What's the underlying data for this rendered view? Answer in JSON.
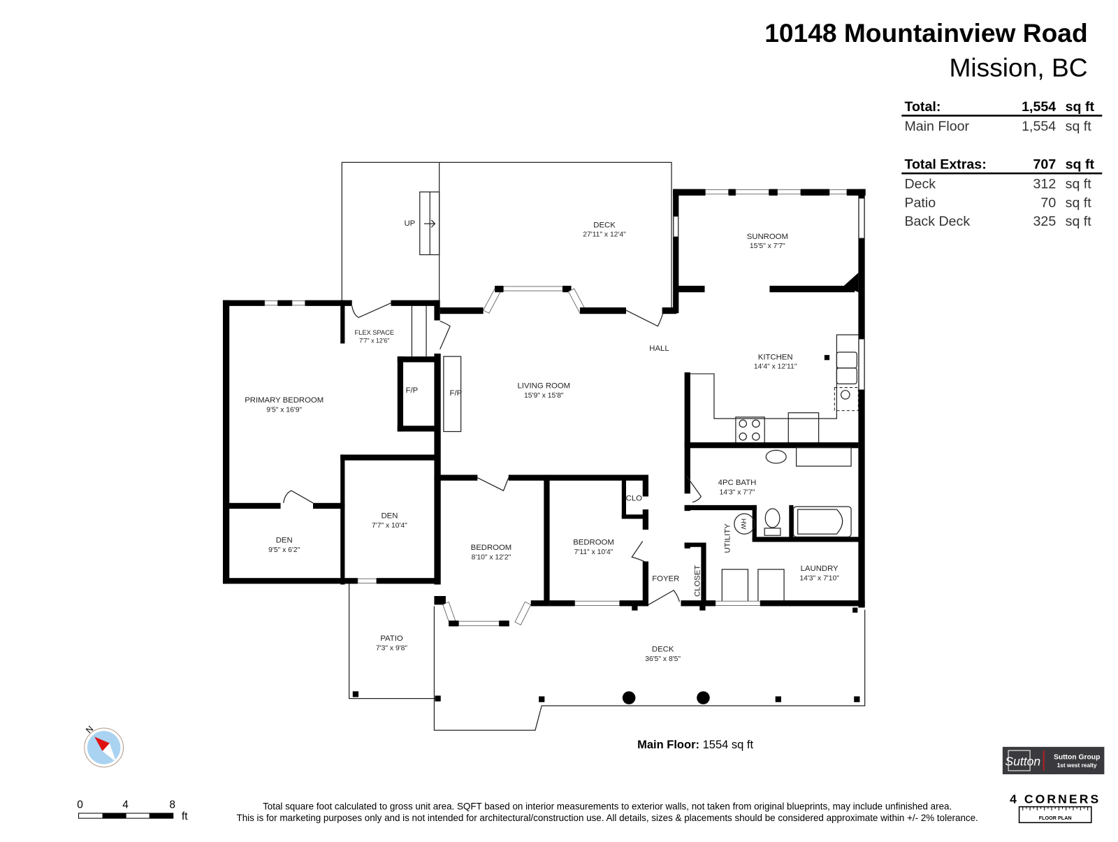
{
  "header": {
    "address": "10148 Mountainview Road",
    "city": "Mission, BC"
  },
  "area_table": {
    "total": {
      "label": "Total:",
      "value": "1,554",
      "unit": "sq ft"
    },
    "floors": [
      {
        "label": "Main Floor",
        "value": "1,554",
        "unit": "sq ft"
      }
    ],
    "extras_total": {
      "label": "Total Extras:",
      "value": "707",
      "unit": "sq ft"
    },
    "extras": [
      {
        "label": "Deck",
        "value": "312",
        "unit": "sq ft"
      },
      {
        "label": "Patio",
        "value": "70",
        "unit": "sq ft"
      },
      {
        "label": "Back Deck",
        "value": "325",
        "unit": "sq ft"
      }
    ]
  },
  "rooms": [
    {
      "name": "DECK",
      "dim": "27'11\" x 12'4\""
    },
    {
      "name": "SUNROOM",
      "dim": "15'5\" x 7'7\""
    },
    {
      "name": "FLEX SPACE",
      "dim": "7'7\" x 12'6\""
    },
    {
      "name": "PRIMARY BEDROOM",
      "dim": "9'5\" x 16'9\""
    },
    {
      "name": "LIVING ROOM",
      "dim": "15'9\" x 15'8\""
    },
    {
      "name": "KITCHEN",
      "dim": "14'4\" x 12'11\""
    },
    {
      "name": "DEN",
      "dim": "7'7\" x 10'4\""
    },
    {
      "name": "DEN",
      "dim": "9'5\" x 6'2\""
    },
    {
      "name": "BEDROOM",
      "dim": "8'10\" x 12'2\""
    },
    {
      "name": "BEDROOM",
      "dim": "7'11\" x 10'4\""
    },
    {
      "name": "4PC BATH",
      "dim": "14'3\" x 7'7\""
    },
    {
      "name": "LAUNDRY",
      "dim": "14'3\" x 7'10\""
    },
    {
      "name": "PATIO",
      "dim": "7'3\" x 9'8\""
    },
    {
      "name": "DECK",
      "dim": "36'5\" x 8'5\""
    }
  ],
  "labels": {
    "up": "UP",
    "hall": "HALL",
    "fp1": "F/P",
    "fp2": "F/P",
    "clo": "CLO",
    "foyer": "FOYER",
    "closet": "CLOSET",
    "utility": "UTILITY",
    "hw": "HW"
  },
  "main_floor_caption": {
    "label": "Main Floor:",
    "value": "1554 sq ft"
  },
  "compass": {
    "north_label": "N"
  },
  "scale_bar": {
    "ticks": [
      "0",
      "4",
      "8"
    ],
    "unit": "ft"
  },
  "disclaimer": {
    "line1": "Total square foot calculated to gross unit area. SQFT based on interior measurements to exterior walls, not taken from original blueprints, may include unfinished area.",
    "line2": "This is for marketing purposes only and is not intended for architectural/construction use.  All details, sizes & placements should be considered approximate within +/- 2%  tolerance."
  },
  "logos": {
    "sutton_mark": "Sutton",
    "sutton_line1": "Sutton Group",
    "sutton_line2": "1st west realty",
    "four_corners": "4 CORNERS",
    "four_corners_sub": "FLOOR PLAN"
  },
  "colors": {
    "wall": "#000000",
    "sutton_bg": "#3a3a3e",
    "sutton_accent": "#b0202a",
    "compass_fill": "#a9d3f0",
    "compass_needle": "#e01010"
  }
}
